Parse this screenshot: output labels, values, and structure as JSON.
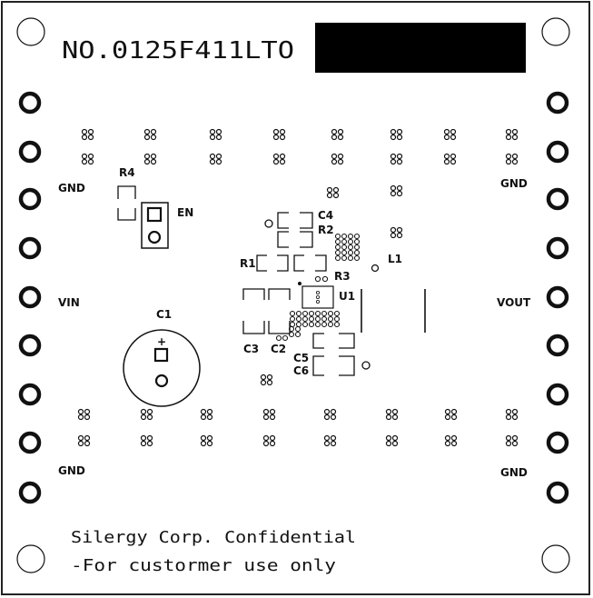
{
  "board": {
    "part_number": "NO.0125F411LTO",
    "footer_line1": "Silergy Corp. Confidential",
    "footer_line2": "-For custormer use only"
  },
  "labels": {
    "gnd_left_top": "GND",
    "gnd_right_top": "GND",
    "gnd_left_bottom": "GND",
    "gnd_right_bottom": "GND",
    "vin": "VIN",
    "vout": "VOUT",
    "en": "EN",
    "r4": "R4",
    "c1": "C1",
    "c1_plus": "+",
    "c4": "C4",
    "r2": "R2",
    "r1": "R1",
    "r3": "R3",
    "l1": "L1",
    "u1": "U1",
    "c3": "C3",
    "c2": "C2",
    "c5": "C5",
    "c6": "C6"
  },
  "colors": {
    "silkscreen": "#111111",
    "board": "#ffffff",
    "redaction": "#000000"
  }
}
